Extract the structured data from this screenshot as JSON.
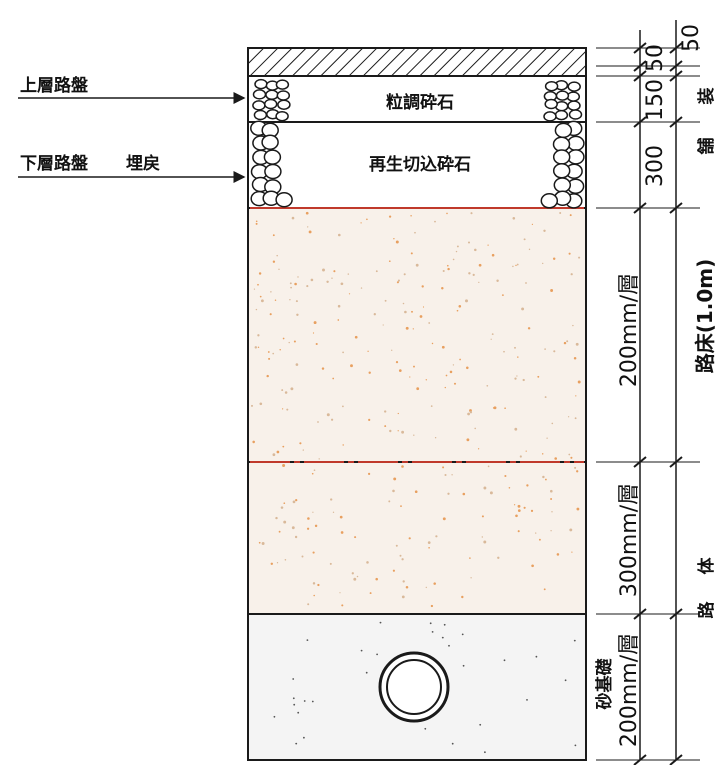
{
  "left_labels": {
    "upper_subbase": "上層路盤",
    "lower_subbase": "下層路盤",
    "backfill": "埋戻"
  },
  "layers": {
    "upper_material": "粒調砕石",
    "lower_material": "再生切込砕石"
  },
  "dimensions": {
    "top_small": "50",
    "surface": "50",
    "upper_subbase": "150",
    "lower_subbase": "300",
    "subgrade_layer_lift": "200mm/層",
    "body_layer_lift": "300mm/層",
    "foundation_lift": "200mm/層"
  },
  "zones": {
    "pavement_a": "舗",
    "pavement_b": "装",
    "subgrade": "路床(1.0m)",
    "body_a": "路",
    "body_b": "体",
    "sand_foundation": "砂基礎"
  },
  "colors": {
    "line": "#1a1a1a",
    "subgrade_line": "#c0392b",
    "fill_speckle": "#f5efe8",
    "dot_orange": "#e8a060"
  }
}
